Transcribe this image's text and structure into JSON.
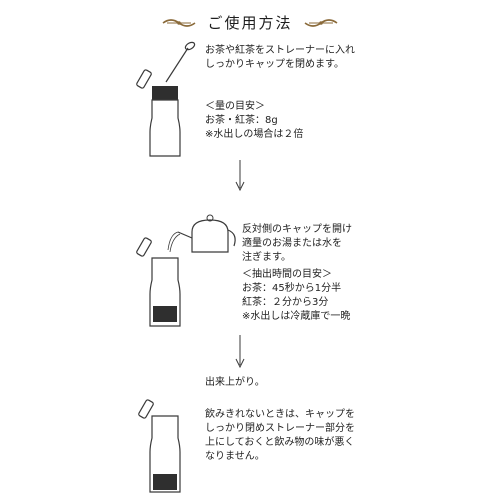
{
  "title": "ご使用方法",
  "step1": {
    "instruction": [
      "お茶や紅茶をストレーナーに入れ",
      "しっかりキャップを閉めます。"
    ],
    "guide_heading": "＜量の目安＞",
    "guide_lines": [
      "お茶・紅茶：8g",
      "※水出しの場合は２倍"
    ]
  },
  "step2": {
    "instruction": [
      "反対側のキャップを開け",
      "適量のお湯または水を",
      "注ぎます。"
    ],
    "guide_heading": "＜抽出時間の目安＞",
    "guide_lines": [
      "お茶：45秒から1分半",
      "紅茶：２分から3分",
      "※水出しは冷蔵庫で一晩"
    ]
  },
  "step3": {
    "instruction": [
      "出来上がり。"
    ]
  },
  "step4": {
    "instruction": [
      "飲みきれないときは、キャップを",
      "しっかり閉めストレーナー部分を",
      "上にしておくと飲み物の味が悪く",
      "なりません。"
    ]
  },
  "colors": {
    "ornament": "#8a6a3a",
    "line": "#3a3a3a"
  }
}
